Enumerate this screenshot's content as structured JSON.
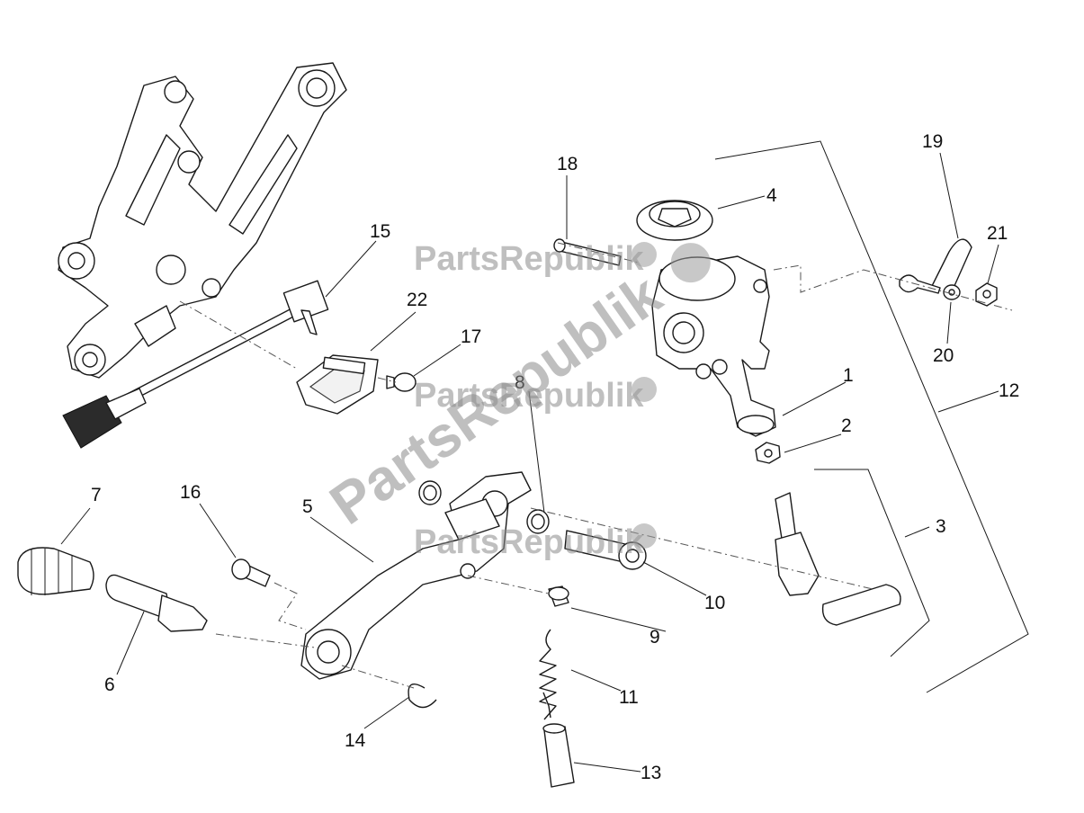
{
  "diagram": {
    "callouts": [
      "1",
      "2",
      "3",
      "4",
      "5",
      "6",
      "7",
      "8",
      "9",
      "10",
      "11",
      "12",
      "13",
      "14",
      "15",
      "16",
      "17",
      "18",
      "19",
      "20",
      "21",
      "22"
    ]
  },
  "watermark": {
    "brand": "PartsRepublik",
    "large_text": "PartsRepublik",
    "color": "#8a8a8a"
  }
}
